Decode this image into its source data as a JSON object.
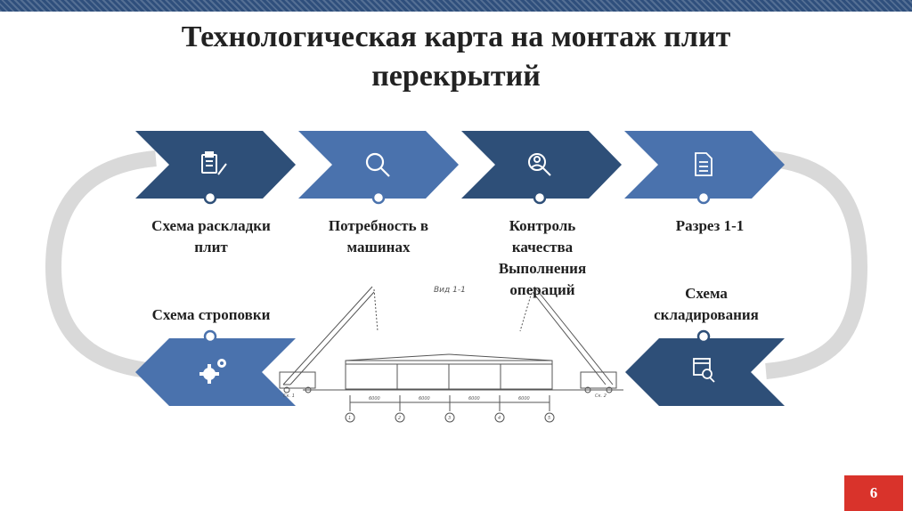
{
  "title_lines": [
    "Технологическая карта на монтаж плит",
    "перекрытий"
  ],
  "colors": {
    "dark": "#2e4f78",
    "light": "#4a72ad",
    "ring": "#d9d9d9",
    "topbar": "#2f4f7c",
    "page_badge": "#d9332b"
  },
  "steps": [
    {
      "label_lines": [
        "Схема раскладки",
        "плит"
      ],
      "icon": "clipboard-pencil-icon",
      "color": "dark"
    },
    {
      "label_lines": [
        "Потребность в",
        "машинах"
      ],
      "icon": "magnifier-icon",
      "color": "light"
    },
    {
      "label_lines": [
        "Контроль",
        "качества",
        "Выполнения",
        "операций"
      ],
      "icon": "person-search-icon",
      "color": "dark"
    },
    {
      "label_lines": [
        "Разрез 1-1"
      ],
      "icon": "checklist-document-icon",
      "color": "light"
    }
  ],
  "bottom_steps": [
    {
      "label_lines": [
        "Схема строповки"
      ],
      "icon": "gears-icon",
      "color": "light"
    },
    {
      "label_lines": [
        "Схема",
        "складирования"
      ],
      "icon": "calendar-search-icon",
      "color": "dark"
    }
  ],
  "drawing": {
    "view_label": "Вид 1-1",
    "crane_left_label": "Ск. 1",
    "crane_right_label": "Ск. 2",
    "spans": [
      "6000",
      "6000",
      "6000",
      "6000"
    ],
    "axes": [
      "1",
      "2",
      "3",
      "4",
      "5"
    ]
  },
  "page_number": "6"
}
